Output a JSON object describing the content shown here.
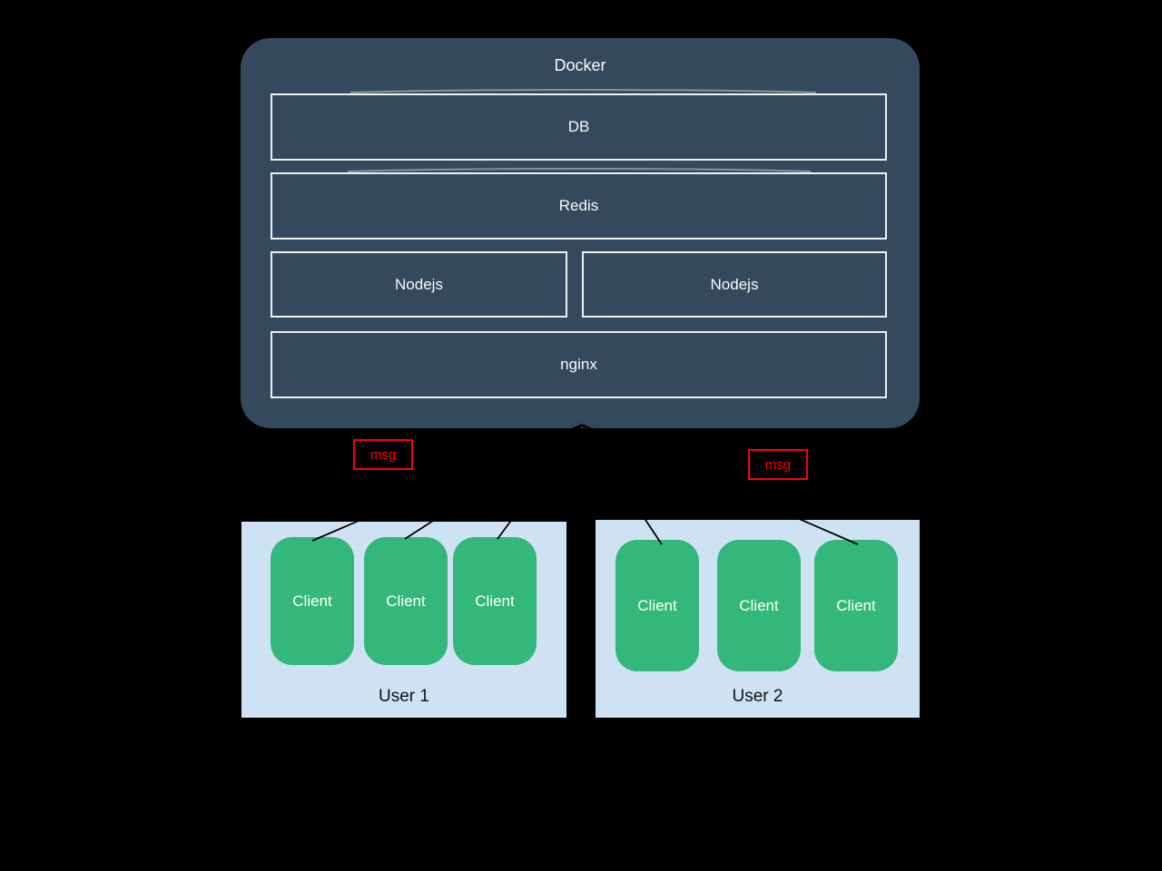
{
  "diagram": {
    "docker": {
      "title": "Docker",
      "services": [
        {
          "id": "db",
          "label": "DB"
        },
        {
          "id": "redis",
          "label": "Redis"
        },
        {
          "id": "nodejs1",
          "label": "Nodejs"
        },
        {
          "id": "nodejs2",
          "label": "Nodejs"
        },
        {
          "id": "nginx",
          "label": "nginx"
        }
      ]
    },
    "messages": [
      {
        "label": "msg"
      },
      {
        "label": "msg"
      }
    ],
    "user_groups": [
      {
        "label": "User 1",
        "clients": [
          "Client",
          "Client",
          "Client"
        ]
      },
      {
        "label": "User 2",
        "clients": [
          "Client",
          "Client",
          "Client"
        ]
      }
    ],
    "connections": [
      "docker-bottom to user1-client1",
      "docker-bottom to user1-client2",
      "docker-bottom to user1-client3",
      "docker-bottom to user2-client1",
      "docker-bottom to user2-client3",
      "gray-arc above db",
      "gray-arc above redis"
    ],
    "colors": {
      "background": "#000000",
      "docker_fill": "#34495e",
      "box_border": "#eef1f3",
      "light_blue": "#cfe2f3",
      "client_green": "#34b77a",
      "msg_red": "#ff0000",
      "line_black": "#000000",
      "connector_gray": "#8e959e",
      "text_light": "#fafafa",
      "text_dark": "#111111"
    }
  }
}
